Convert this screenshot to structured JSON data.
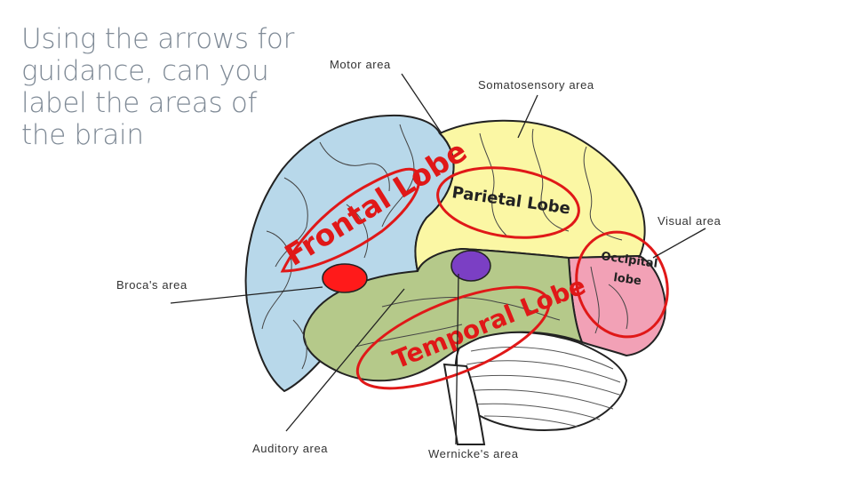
{
  "title": "Using the arrows for guidance, can you label the areas of the brain",
  "labels": {
    "motor": "Motor area",
    "somatosensory": "Somatosensory area",
    "visual": "Visual area",
    "broca": "Broca's area",
    "auditory": "Auditory area",
    "wernicke": "Wernicke's area"
  },
  "lobes": {
    "frontal": "Frontal Lobe",
    "parietal": "Parietal Lobe",
    "temporal": "Temporal Lobe",
    "occipital_line1": "Occipital",
    "occipital_line2": "lobe"
  },
  "colors": {
    "frontal": "#b8d8ea",
    "parietal": "#fbf7a4",
    "temporal": "#b5c98a",
    "occipital": "#f2a1b6",
    "cerebellum": "#ffffff",
    "outline": "#222222",
    "annotation": "#e01818",
    "broca_dot": "#ff1a1a",
    "wernicke_dot": "#7b3fc4"
  }
}
